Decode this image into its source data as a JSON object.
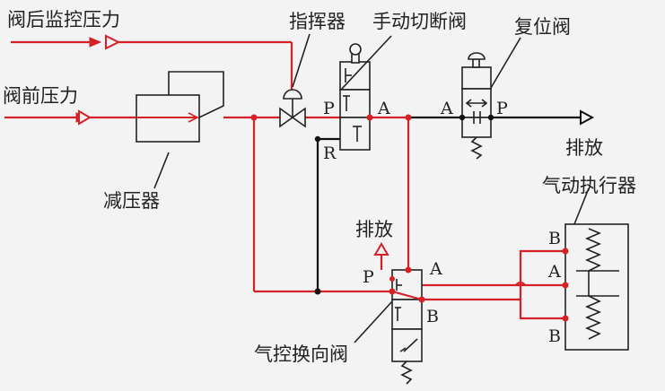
{
  "labels": {
    "post_valve_pressure": "阀后监控压力",
    "pre_valve_pressure": "阀前压力",
    "pilot": "指挥器",
    "manual_shutoff": "手动切断阀",
    "reset_valve": "复位阀",
    "reducer": "减压器",
    "exhaust_right": "排放",
    "exhaust_top": "排放",
    "actuator": "气动执行器",
    "pneumatic_valve": "气控换向阀"
  },
  "ports": {
    "manual_p": "P",
    "manual_a": "A",
    "manual_r": "R",
    "reset_a": "A",
    "reset_p": "P",
    "pneu_p": "P",
    "pneu_a": "A",
    "pneu_b": "B",
    "act_b_top": "B",
    "act_a": "A",
    "act_b_bottom": "B"
  },
  "colors": {
    "line_red": "#d42026",
    "line_black": "#111111",
    "background": "#f3f3f3"
  }
}
